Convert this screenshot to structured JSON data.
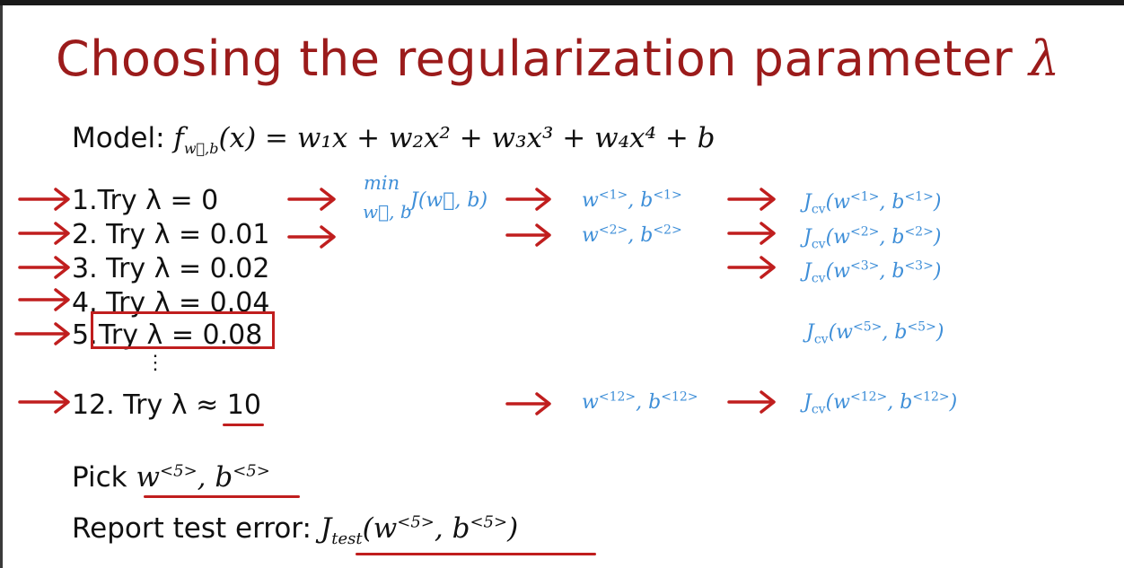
{
  "title": {
    "text": "Choosing the regularization parameter",
    "symbol": "λ"
  },
  "model": {
    "label": "Model:",
    "f": "f",
    "f_sub": "w⃗,b",
    "equation": "(x) = w₁x + w₂x² + w₃x³ + w₄x⁴ + b"
  },
  "trials": [
    {
      "text": "1.Try λ = 0"
    },
    {
      "text": "2. Try λ = 0.01"
    },
    {
      "text": "3. Try λ = 0.02"
    },
    {
      "text": "4. Try λ = 0.04"
    },
    {
      "text": "5.",
      "boxed": "Try λ = 0.08"
    },
    {
      "prefix": "12. Try λ ≈ ",
      "underlined": "10"
    }
  ],
  "min_expr": {
    "min": "min",
    "under": "w⃗, b",
    "j": "J(w⃗, b)"
  },
  "params": [
    {
      "w": "w",
      "sup": "<1>",
      "b": "b",
      "bsup": "<1>"
    },
    {
      "w": "w",
      "sup": "<2>",
      "b": "b",
      "bsup": "<2>"
    },
    {
      "w": "w",
      "sup": "<12>",
      "b": "b",
      "bsup": "<12>"
    }
  ],
  "jcv": [
    {
      "j": "J",
      "sub": "cv",
      "w": "(w",
      "sup": "<1>",
      "b": ", b",
      "bsup": "<1>",
      "close": ")"
    },
    {
      "j": "J",
      "sub": "cv",
      "w": "(w",
      "sup": "<2>",
      "b": ", b",
      "bsup": "<2>",
      "close": ")"
    },
    {
      "j": "J",
      "sub": "cv",
      "w": "(w",
      "sup": "<3>",
      "b": ", b",
      "bsup": "<3>",
      "close": ")"
    },
    {
      "j": "J",
      "sub": "cv",
      "w": "(w",
      "sup": "<5>",
      "b": ", b",
      "bsup": "<5>",
      "close": ")"
    },
    {
      "j": "J",
      "sub": "cv",
      "w": "(w",
      "sup": "<12>",
      "b": ", b",
      "bsup": "<12>",
      "close": ")"
    }
  ],
  "ellipsis": "⋮",
  "pick": {
    "label": "Pick",
    "w": "w",
    "sup": "<5>",
    "b": ", b",
    "bsup": "<5>"
  },
  "report": {
    "label": "Report test error:",
    "j": "J",
    "sub": "test",
    "w": "(w",
    "sup": "<5>",
    "b": ", b",
    "bsup": "<5>",
    "close": ")"
  },
  "colors": {
    "title": "#9b1b1b",
    "arrow": "#c01e1e",
    "math_blue": "#3f8fd8",
    "text": "#111111"
  }
}
